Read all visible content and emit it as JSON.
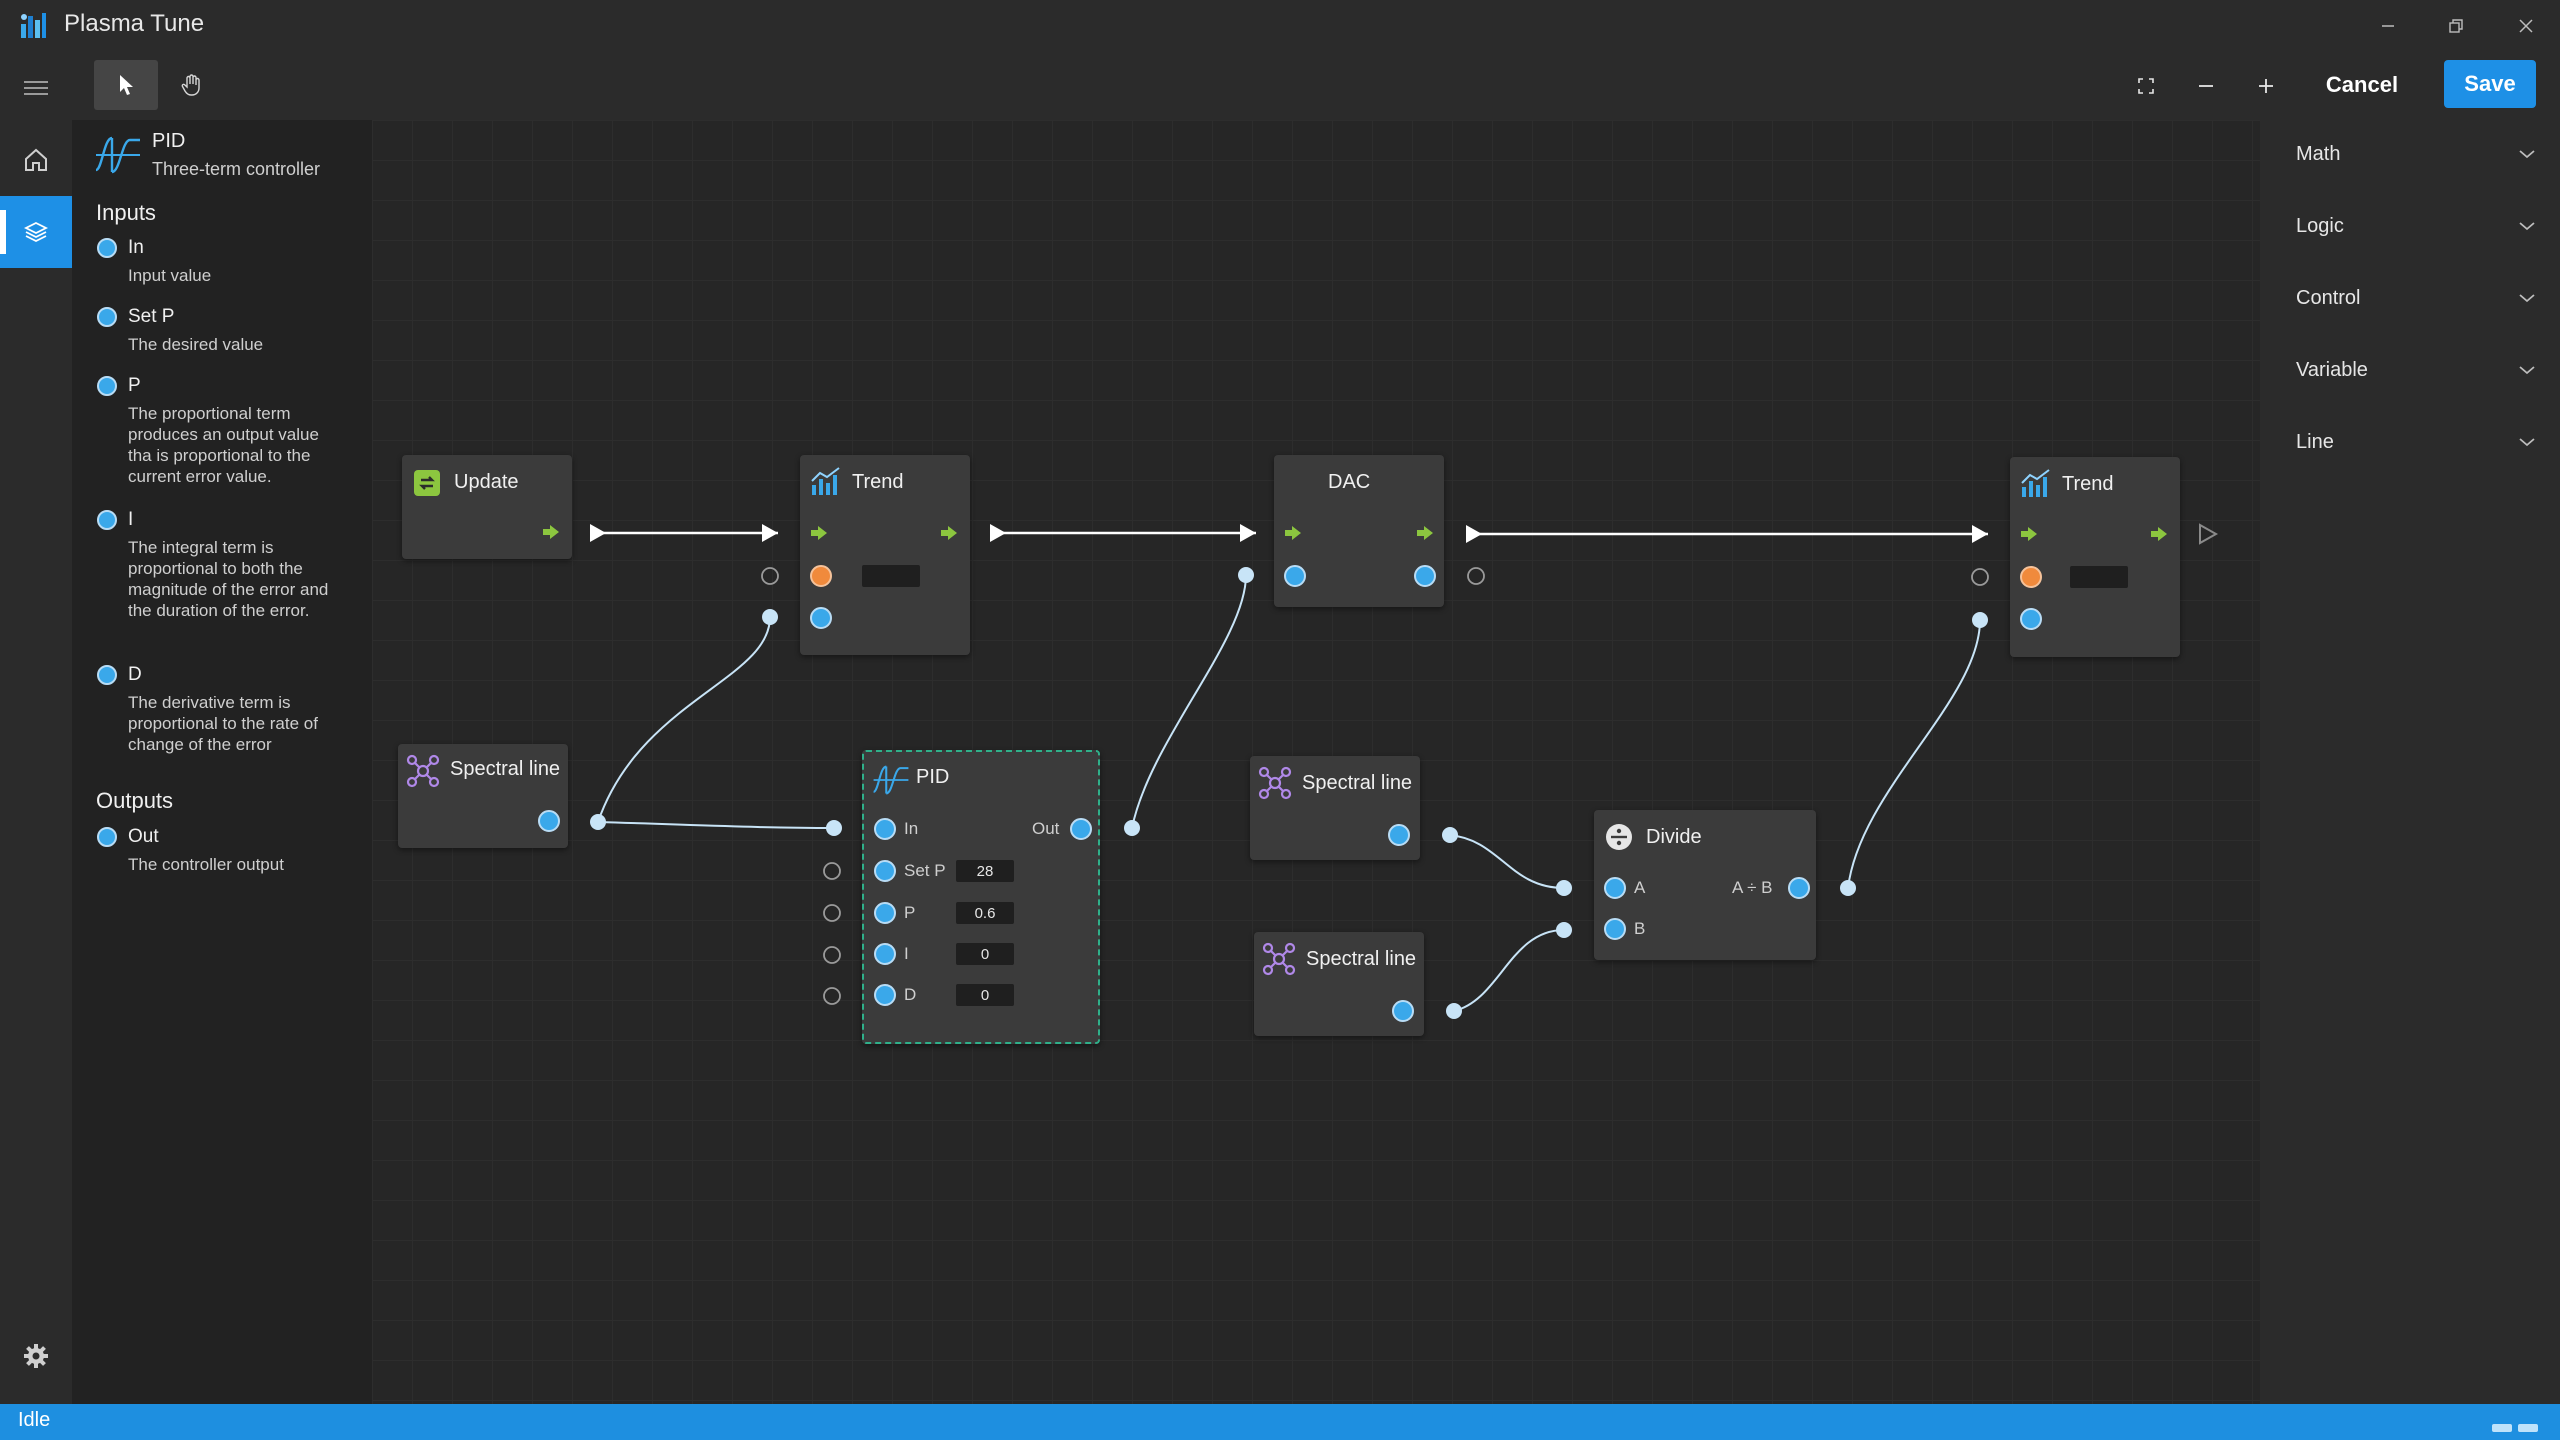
{
  "app": {
    "title": "Plasma Tune"
  },
  "toolbar": {
    "cancel_label": "Cancel",
    "save_label": "Save"
  },
  "props": {
    "node_title": "PID",
    "node_subtitle": "Three-term controller",
    "inputs_heading": "Inputs",
    "inputs": [
      {
        "name": "In",
        "desc": "Input value"
      },
      {
        "name": "Set P",
        "desc": "The desired value"
      },
      {
        "name": "P",
        "desc": "The proportional term produces an output value tha is proportional to the current error value."
      },
      {
        "name": "I",
        "desc": "The integral term is proportional to both the magnitude of the error and the duration of the error."
      },
      {
        "name": "D",
        "desc": "The derivative term is proportional to the rate of change of the error"
      }
    ],
    "outputs_heading": "Outputs",
    "outputs": [
      {
        "name": "Out",
        "desc": "The controller output"
      }
    ]
  },
  "categories": [
    "Math",
    "Logic",
    "Control",
    "Variable",
    "Line"
  ],
  "nodes": {
    "update": {
      "title": "Update"
    },
    "trend1": {
      "title": "Trend"
    },
    "dac": {
      "title": "DAC"
    },
    "trend2": {
      "title": "Trend"
    },
    "spectral1": {
      "title": "Spectral line"
    },
    "pid": {
      "title": "PID",
      "in_label": "In",
      "out_label": "Out",
      "setp_label": "Set P",
      "setp_value": "28",
      "p_label": "P",
      "p_value": "0.6",
      "i_label": "I",
      "i_value": "0",
      "d_label": "D",
      "d_value": "0"
    },
    "spectral2": {
      "title": "Spectral line"
    },
    "spectral3": {
      "title": "Spectral line"
    },
    "divide": {
      "title": "Divide",
      "a_label": "A",
      "b_label": "B",
      "out_label": "A ÷ B"
    }
  },
  "status": {
    "text": "Idle"
  },
  "colors": {
    "accent": "#1e90e6",
    "port_blue": "#3aa8ea",
    "port_orange": "#f08a3c",
    "exec_green": "#8cc63f",
    "selection": "#2fb08a"
  },
  "icons": {
    "app": "app-logo-icon",
    "menu": "hamburger-icon",
    "home": "home-icon",
    "layers": "layers-icon",
    "settings": "gear-icon",
    "pointer": "pointer-icon",
    "hand": "hand-icon",
    "fit": "fit-screen-icon",
    "zoom_out": "minus-icon",
    "zoom_in": "plus-icon",
    "update": "refresh-icon",
    "trend": "trend-icon",
    "pid": "pid-icon",
    "spectral": "molecule-icon",
    "divide": "divide-icon"
  }
}
